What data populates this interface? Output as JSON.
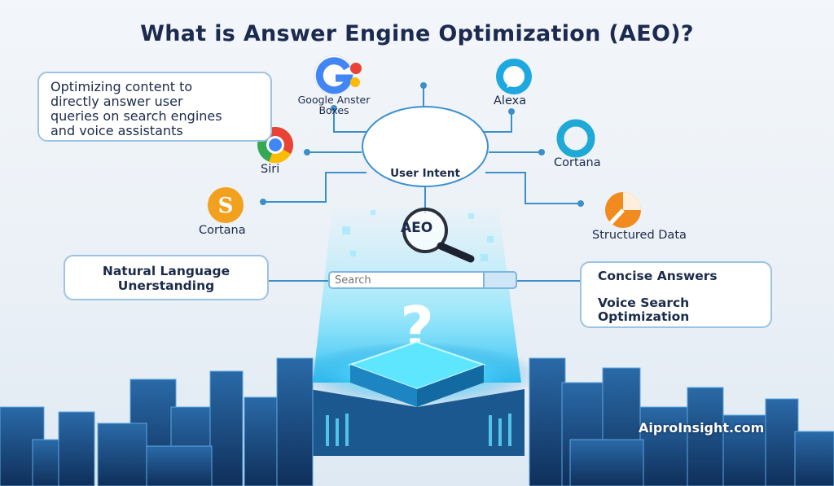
{
  "title": "What is Answer Engine Optimization (AEO)?",
  "definition": [
    "Optimizing content to",
    "directly answer user",
    "queries on search engines",
    "and voice assistants"
  ],
  "center": {
    "label": "User Intent",
    "icon": "brain-icon"
  },
  "aeo": {
    "label": "AEO",
    "icon": "magnifier-icon"
  },
  "nodes": {
    "google": {
      "label_line1": "Google Anster",
      "label_line2": "Boxes",
      "icon": "google-icon"
    },
    "alexa": {
      "label": "Alexa",
      "icon": "alexa-icon"
    },
    "siri": {
      "label": "Siri",
      "icon": "chrome-icon"
    },
    "cortana_right": {
      "label": "Cortana",
      "icon": "cortana-ring-icon"
    },
    "cortana_left": {
      "label": "Cortana",
      "icon": "cortana-s-icon"
    },
    "structured": {
      "label": "Structured Data",
      "icon": "structured-data-icon"
    }
  },
  "nlu": {
    "line1": "Natural Language",
    "line2": "Unerstanding"
  },
  "search": {
    "placeholder": "Search",
    "icon": "search-icon"
  },
  "right_box": {
    "item1": "Concise Answers",
    "item2_line1": "Voice Search",
    "item2_line2": "Optimization"
  },
  "brand": "AiproInsight.com",
  "colors": {
    "accent": "#3b8fd0",
    "connector": "#3c8fc9",
    "city": "#1c4f86",
    "glow": "#5fe0ff"
  }
}
